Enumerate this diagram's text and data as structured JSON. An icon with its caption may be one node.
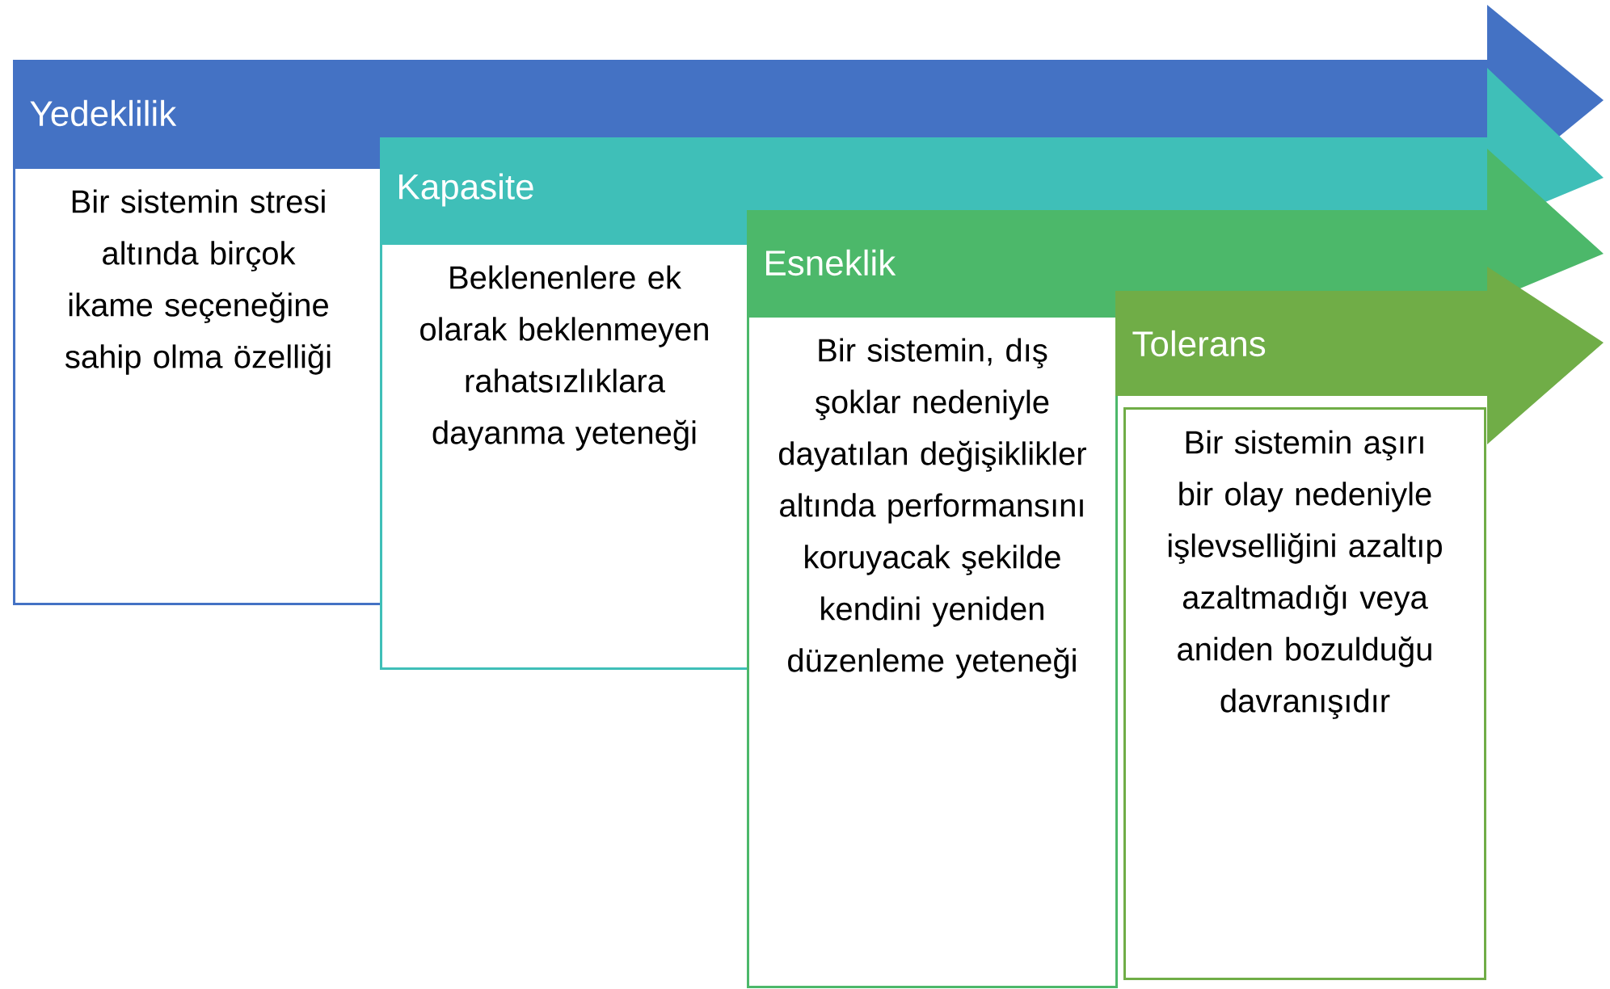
{
  "diagram": {
    "nodes": [
      {
        "text": [
          "Yedeklilik"
        ]
      },
      {
        "text": [
          "Bir sistemin stresi altında birçok ikame seçeneğine sahip olma özelliği"
        ]
      },
      {
        "text": [
          "Kapasite"
        ]
      },
      {
        "text": [
          "Beklenenlere ek olarak beklenmeyen rahatsızlıklara dayanma yeteneği"
        ]
      },
      {
        "text": [
          "Esneklik"
        ]
      },
      {
        "text": [
          "Bir sistemin, dış şoklar nedeniyle dayatılan değişiklikler altında performansını koruyacak şekilde kendini yeniden düzenleme yeteneği"
        ]
      },
      {
        "text": [
          "Tolerans"
        ]
      },
      {
        "text": [
          "Bir sistemin aşırı bir olay nedeniyle işlevselliğini azaltıp azaltmadığı veya aniden bozulduğu davranışıdır"
        ]
      }
    ]
  }
}
